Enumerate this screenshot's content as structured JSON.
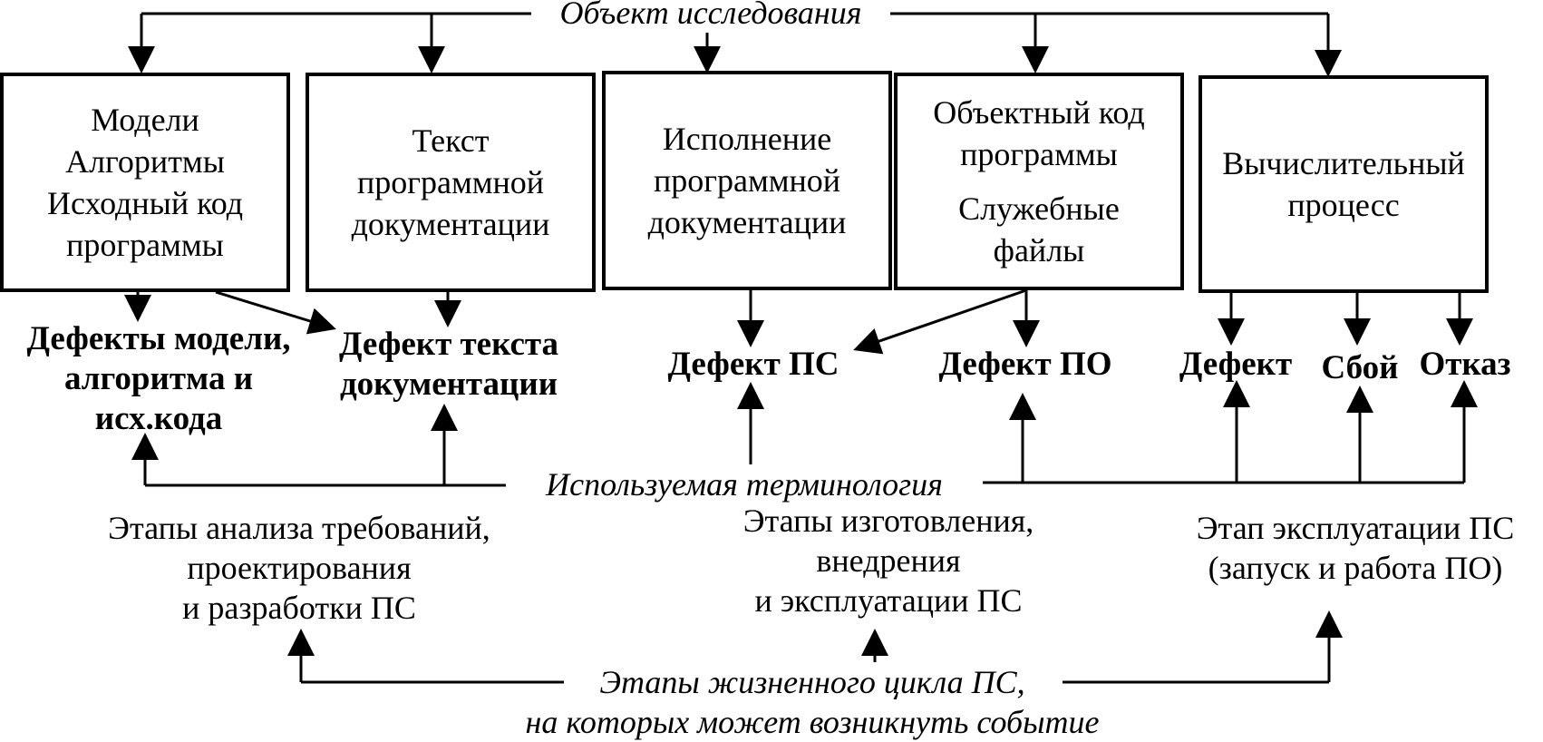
{
  "top_label": "Объект исследования",
  "middle_label": "Используемая терминология",
  "bottom_label": {
    "line1": "Этапы жизненного цикла ПС,",
    "line2": "на которых может возникнуть событие"
  },
  "boxes": [
    {
      "lines": [
        "Модели",
        "Алгоритмы",
        "Исходный код",
        "программы"
      ]
    },
    {
      "lines": [
        "Текст",
        "программной",
        "документации"
      ]
    },
    {
      "lines": [
        "Исполнение",
        "программной",
        "документации"
      ]
    },
    {
      "lines": [
        "Объектный код",
        "программы"
      ],
      "lines2": [
        "Служебные",
        "файлы"
      ]
    },
    {
      "lines": [
        "Вычислительный",
        "процесс"
      ]
    }
  ],
  "defects": {
    "model": [
      "Дефекты модели,",
      "алгоритма и",
      "исх.кода"
    ],
    "doc_text": [
      "Дефект текста",
      "документации"
    ],
    "ps": "Дефект ПС",
    "po": "Дефект ПО",
    "defect": "Дефект",
    "failure": "Сбой",
    "refusal": "Отказ"
  },
  "stages": {
    "analysis": [
      "Этапы анализа требований,",
      "проектирования",
      "и разработки ПС"
    ],
    "manufacture": [
      "Этапы изготовления,",
      "внедрения",
      "и эксплуатации ПС"
    ],
    "operation": [
      "Этап эксплуатации ПС",
      "(запуск и работа ПО)"
    ]
  }
}
